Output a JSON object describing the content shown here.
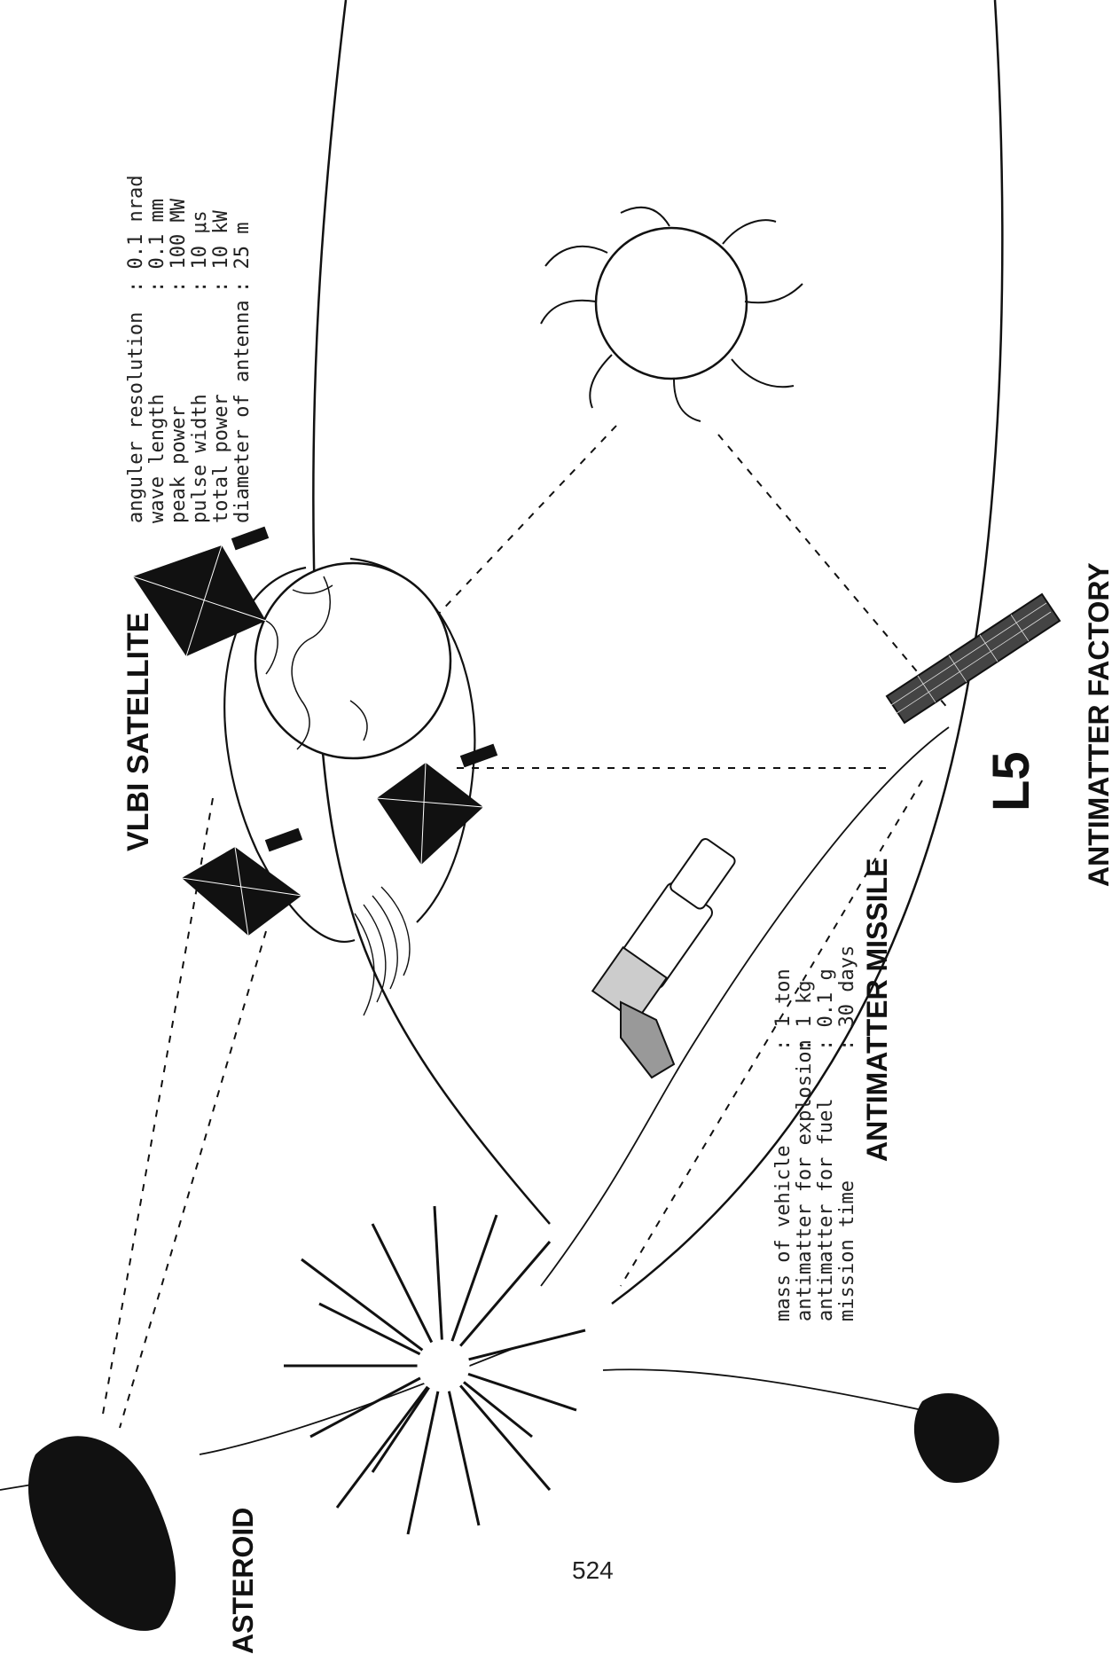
{
  "labels": {
    "vlbi_satellite": "VLBI SATELLITE",
    "antimatter_missile": "ANTIMATTER MISSILE",
    "antimatter_factory": "ANTIMATTER FACTORY",
    "l5": "L5",
    "asteroid": "ASTEROID"
  },
  "vlbi_specs": [
    {
      "name": "anguler resolution",
      "value": ": 0.1 nrad"
    },
    {
      "name": "wave length",
      "value": ": 0.1 mm"
    },
    {
      "name": "peak power",
      "value": ": 100 MW"
    },
    {
      "name": "pulse width",
      "value": ": 10 μs"
    },
    {
      "name": "total power",
      "value": ": 10 kW"
    },
    {
      "name": "diameter of antenna",
      "value": ": 25 m"
    }
  ],
  "missile_specs": [
    {
      "name": "mass of vehicle",
      "value": ": 1 ton"
    },
    {
      "name": "antimatter for explosion",
      "value": ": 1 kg"
    },
    {
      "name": "antimatter for fuel",
      "value": ": 0.1 g"
    },
    {
      "name": "mission time",
      "value": ": 30 days"
    }
  ],
  "page_number": "524",
  "colors": {
    "ink": "#111111",
    "paper": "#ffffff"
  }
}
